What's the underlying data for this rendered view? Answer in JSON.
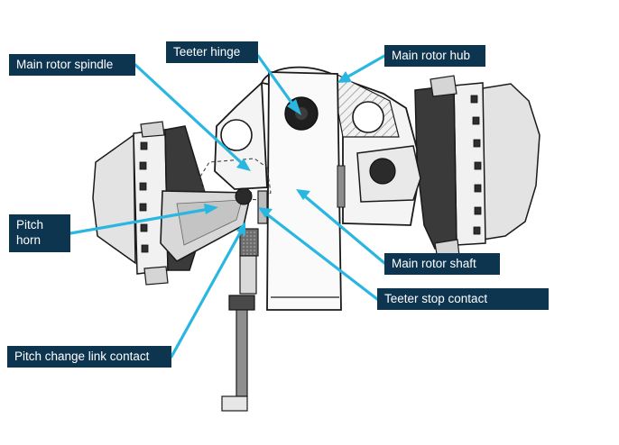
{
  "diagram": {
    "labels": {
      "teeter_hinge": "Teeter hinge",
      "main_rotor_hub": "Main rotor hub",
      "main_rotor_spindle": "Main rotor spindle",
      "pitch_horn": "Pitch\nhorn",
      "main_rotor_shaft": "Main rotor shaft",
      "teeter_stop_contact": "Teeter stop contact",
      "pitch_change_link_contact": "Pitch change link contact"
    },
    "colors": {
      "label_bg": "#0e3550",
      "label_text": "#ffffff",
      "leader": "#29b6e0",
      "outline": "#1a1a1a",
      "metal_light": "#e6e6e6",
      "metal_mid": "#c9c9c9",
      "metal_dark": "#333333",
      "hub_fill": "#f4f4f4"
    }
  }
}
